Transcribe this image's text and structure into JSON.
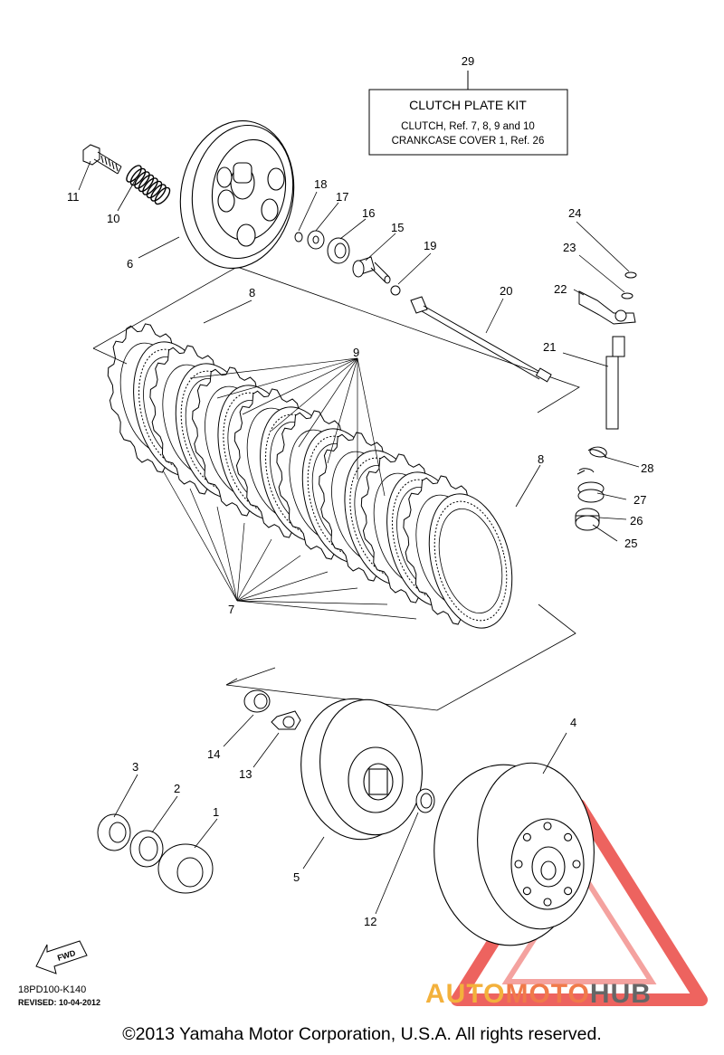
{
  "kit": {
    "number": "29",
    "title": "CLUTCH PLATE KIT",
    "line1": "CLUTCH, Ref. 7, 8, 9  and  10",
    "line2": "CRANKCASE COVER 1, Ref. 26"
  },
  "part_numbers": [
    "1",
    "2",
    "3",
    "4",
    "5",
    "6",
    "7",
    "8",
    "8",
    "9",
    "10",
    "11",
    "12",
    "13",
    "14",
    "15",
    "16",
    "17",
    "18",
    "19",
    "20",
    "21",
    "22",
    "23",
    "24",
    "25",
    "26",
    "27",
    "28"
  ],
  "fwd_label": "FWD",
  "diagram_code": "18PD100-K140",
  "revised": "REVISED: 10-04-2012",
  "copyright": "©2013 Yamaha Motor Corporation, U.S.A. All rights reserved.",
  "watermark": {
    "part1": "AUTO",
    "part2": "MOTO",
    "part3": "HUB"
  },
  "colors": {
    "line": "#000000",
    "watermark_red": "#e8302a",
    "watermark_orange": "#f3b13c",
    "watermark_gray": "#666666"
  }
}
